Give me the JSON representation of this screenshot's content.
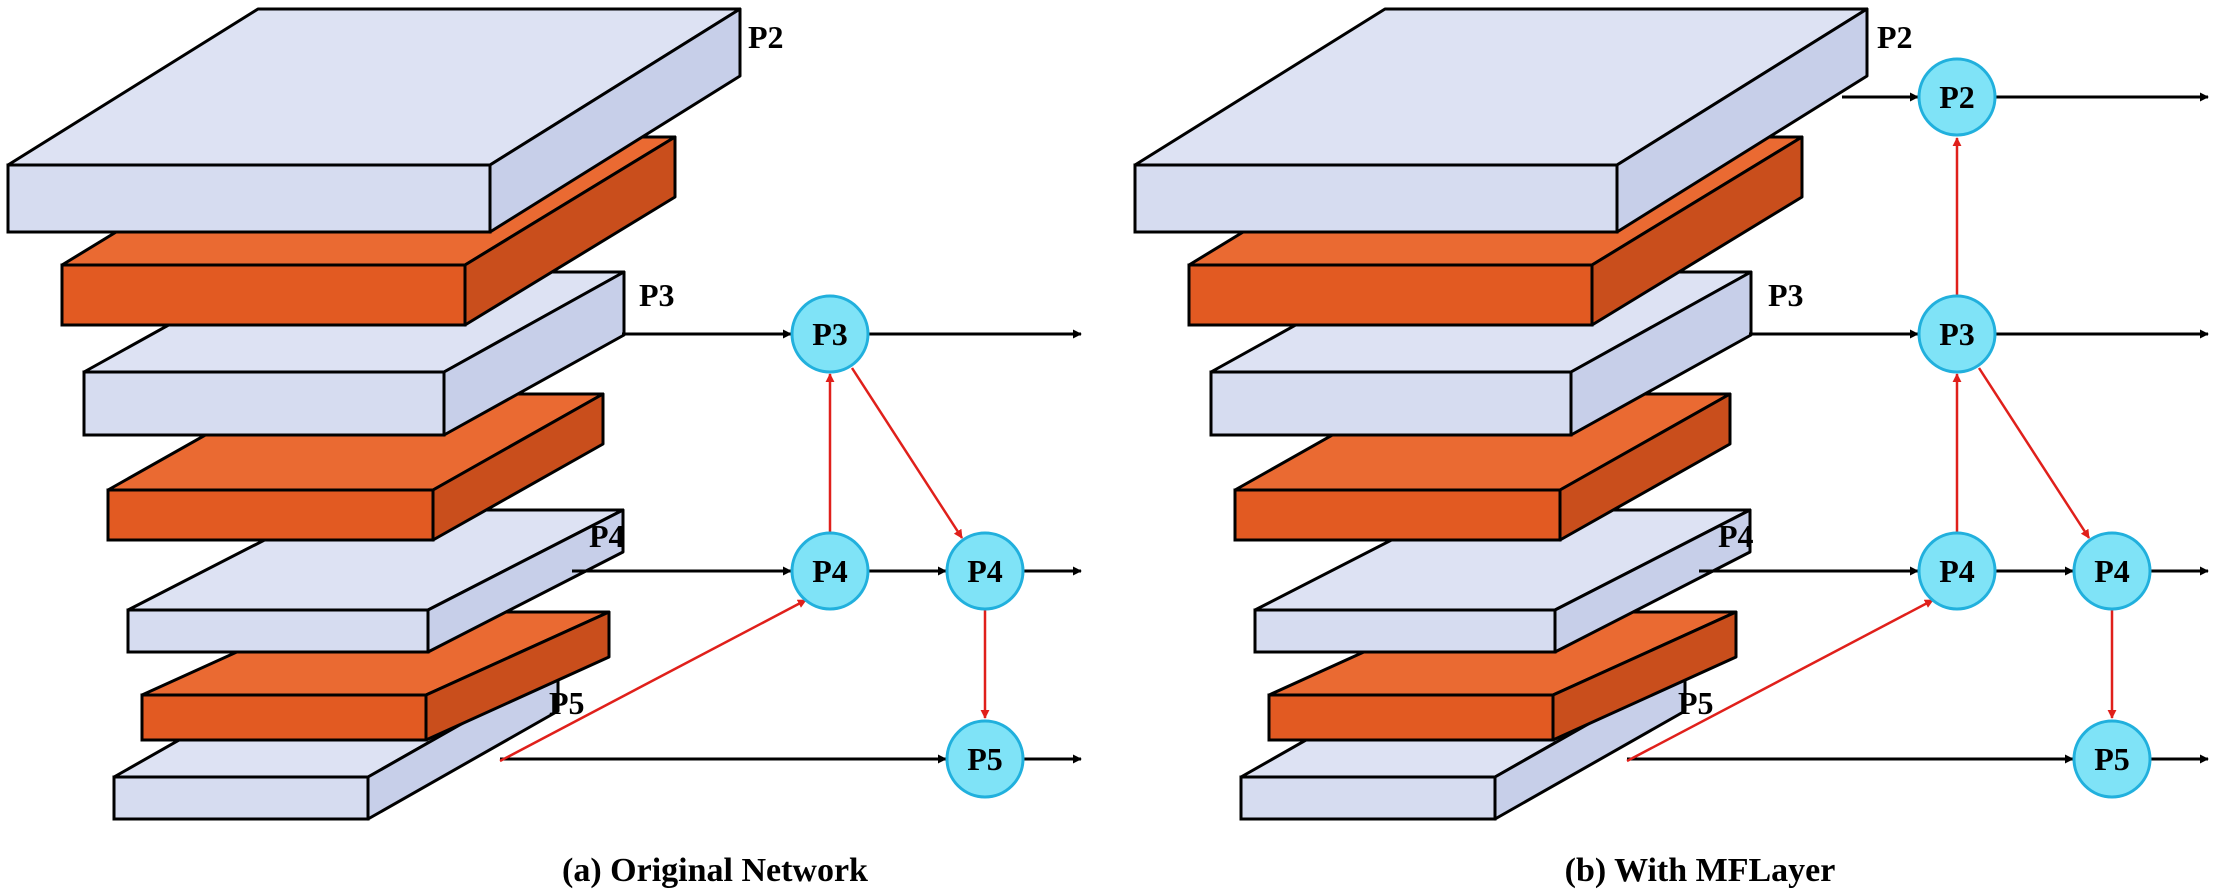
{
  "colors": {
    "blue_top": "#dde2f3",
    "blue_front": "#d6dcf0",
    "blue_side": "#c7cfe9",
    "orange_top": "#ea6a32",
    "orange_front": "#e25a22",
    "orange_side": "#c94e1c",
    "node_fill": "#7fe3f7",
    "node_stroke": "#21b0dd",
    "edge_black": "#000000",
    "edge_red": "#e0201b"
  },
  "panels": [
    {
      "id": "a",
      "caption": "(a) Original Network",
      "stack_labels": {
        "p2": "P2",
        "p3": "P3",
        "p4": "P4",
        "p5": "P5"
      },
      "nodes": [
        {
          "id": "p3",
          "label": "P3"
        },
        {
          "id": "p4a",
          "label": "P4"
        },
        {
          "id": "p4b",
          "label": "P4"
        },
        {
          "id": "p5",
          "label": "P5"
        }
      ]
    },
    {
      "id": "b",
      "caption": "(b) With MFLayer",
      "stack_labels": {
        "p2": "P2",
        "p3": "P3",
        "p4": "P4",
        "p5": "P5"
      },
      "nodes": [
        {
          "id": "p2",
          "label": "P2"
        },
        {
          "id": "p3",
          "label": "P3"
        },
        {
          "id": "p4a",
          "label": "P4"
        },
        {
          "id": "p4b",
          "label": "P4"
        },
        {
          "id": "p5",
          "label": "P5"
        }
      ]
    }
  ]
}
